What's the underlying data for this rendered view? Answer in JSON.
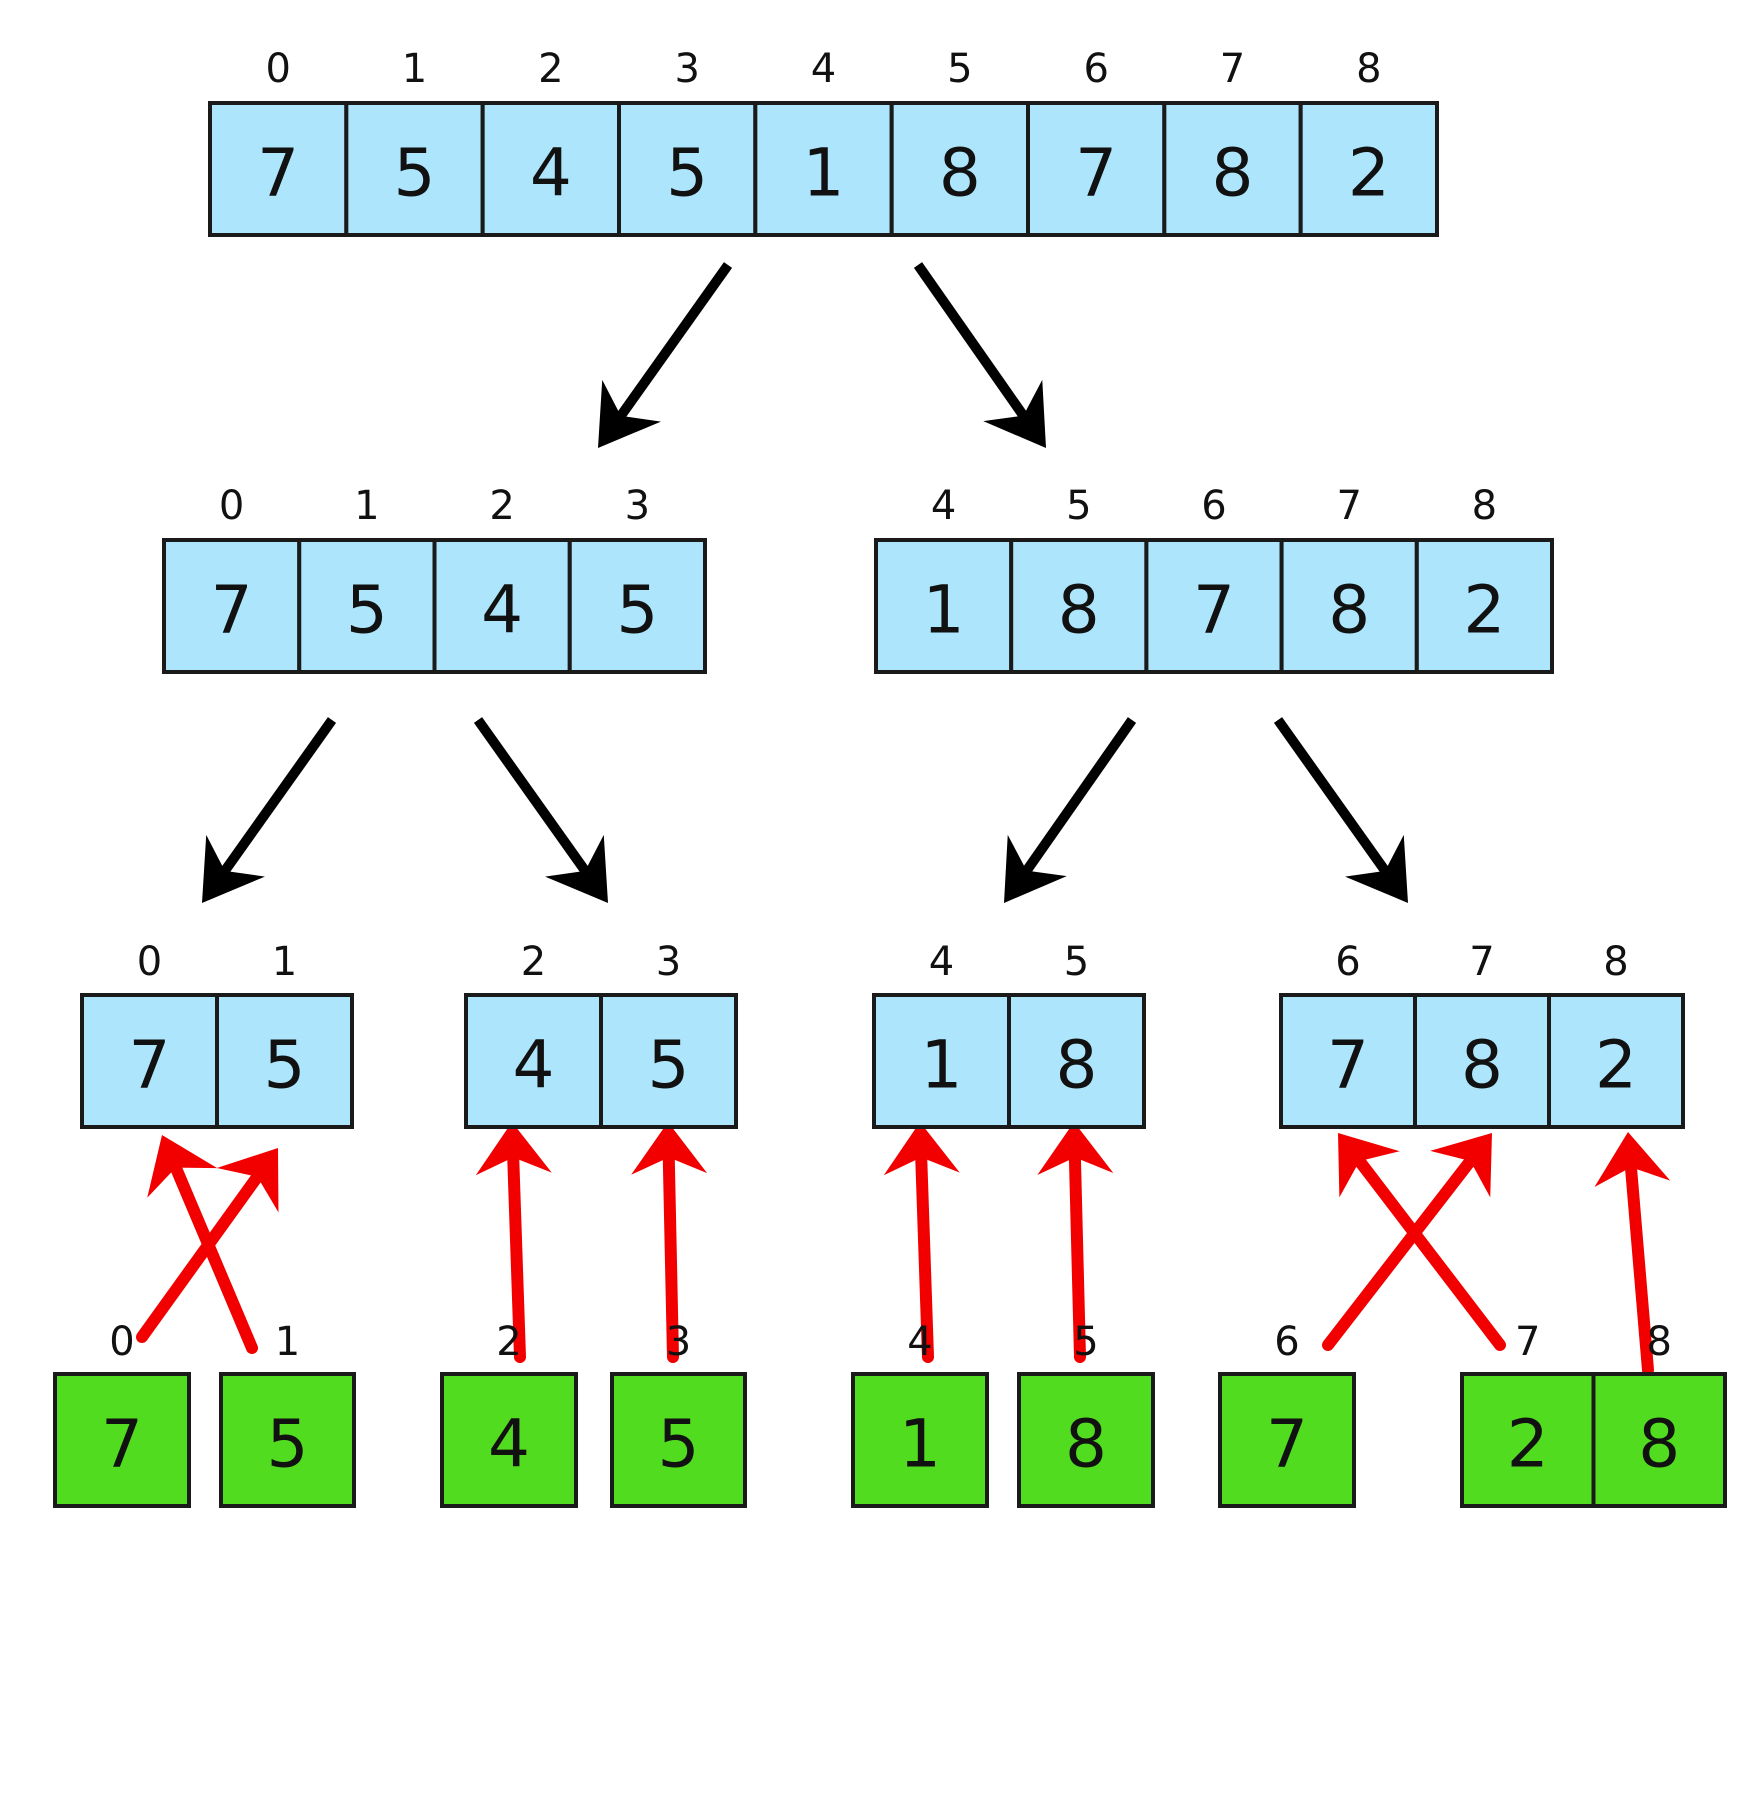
{
  "levels": [
    {
      "name": "full-array",
      "style": "blue",
      "groups": [
        {
          "cells": [
            {
              "index": "0",
              "value": "7"
            },
            {
              "index": "1",
              "value": "5"
            },
            {
              "index": "2",
              "value": "4"
            },
            {
              "index": "3",
              "value": "5"
            },
            {
              "index": "4",
              "value": "1"
            },
            {
              "index": "5",
              "value": "8"
            },
            {
              "index": "6",
              "value": "7"
            },
            {
              "index": "7",
              "value": "8"
            },
            {
              "index": "8",
              "value": "2"
            }
          ]
        }
      ]
    },
    {
      "name": "halves",
      "style": "blue",
      "groups": [
        {
          "cells": [
            {
              "index": "0",
              "value": "7"
            },
            {
              "index": "1",
              "value": "5"
            },
            {
              "index": "2",
              "value": "4"
            },
            {
              "index": "3",
              "value": "5"
            }
          ]
        },
        {
          "cells": [
            {
              "index": "4",
              "value": "1"
            },
            {
              "index": "5",
              "value": "8"
            },
            {
              "index": "6",
              "value": "7"
            },
            {
              "index": "7",
              "value": "8"
            },
            {
              "index": "8",
              "value": "2"
            }
          ]
        }
      ]
    },
    {
      "name": "quarters",
      "style": "blue",
      "groups": [
        {
          "cells": [
            {
              "index": "0",
              "value": "7"
            },
            {
              "index": "1",
              "value": "5"
            }
          ]
        },
        {
          "cells": [
            {
              "index": "2",
              "value": "4"
            },
            {
              "index": "3",
              "value": "5"
            }
          ]
        },
        {
          "cells": [
            {
              "index": "4",
              "value": "1"
            },
            {
              "index": "5",
              "value": "8"
            }
          ]
        },
        {
          "cells": [
            {
              "index": "6",
              "value": "7"
            },
            {
              "index": "7",
              "value": "8"
            },
            {
              "index": "8",
              "value": "2"
            }
          ]
        }
      ]
    },
    {
      "name": "sorted-elements",
      "style": "green",
      "groups": [
        {
          "cells": [
            {
              "index": "0",
              "value": "7"
            }
          ]
        },
        {
          "cells": [
            {
              "index": "1",
              "value": "5"
            }
          ]
        },
        {
          "cells": [
            {
              "index": "2",
              "value": "4"
            }
          ]
        },
        {
          "cells": [
            {
              "index": "3",
              "value": "5"
            }
          ]
        },
        {
          "cells": [
            {
              "index": "4",
              "value": "1"
            }
          ]
        },
        {
          "cells": [
            {
              "index": "5",
              "value": "8"
            }
          ]
        },
        {
          "cells": [
            {
              "index": "6",
              "value": "7"
            }
          ]
        },
        {
          "cells": [
            {
              "index": "7",
              "value": "2"
            },
            {
              "index": "8",
              "value": "8"
            }
          ]
        }
      ]
    }
  ],
  "colors": {
    "split_cell": "#ade6fc",
    "sorted_cell": "#52dc1f",
    "split_arrow": "#000000",
    "merge_arrow": "#f20000"
  }
}
